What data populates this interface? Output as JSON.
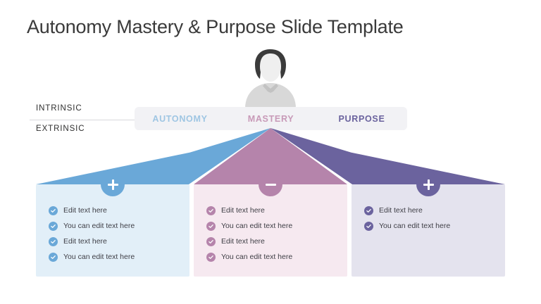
{
  "slide": {
    "title": "Autonomy Mastery & Purpose Slide Template"
  },
  "axis": {
    "top_label": "INTRINSIC",
    "bottom_label": "EXTRINSIC"
  },
  "header": {
    "items": [
      {
        "label": "AUTONOMY",
        "color": "#9fc6e3"
      },
      {
        "label": "MASTERY",
        "color": "#c89ab8"
      },
      {
        "label": "PURPOSE",
        "color": "#6b639e"
      }
    ]
  },
  "avatar": {
    "icon": "person-avatar-icon",
    "hair_color": "#3b3b3b",
    "face_color": "#efefef",
    "body_color": "#d8d8d8"
  },
  "columns": [
    {
      "key": "autonomy",
      "badge_icon": "plus-icon",
      "badge_color": "#6aa8d8",
      "arrow_color": "#6aa8d8",
      "panel_color": "#e2eff8",
      "check_color": "#6aa8d8",
      "items": [
        "Edit text here",
        "You can edit text here",
        "Edit text here",
        "You can edit text here"
      ]
    },
    {
      "key": "mastery",
      "badge_icon": "minus-icon",
      "badge_color": "#b584ab",
      "arrow_color": "#b584ab",
      "panel_color": "#f6e9f0",
      "check_color": "#b584ab",
      "items": [
        "Edit text here",
        "You can edit text here",
        "Edit text here",
        "You can edit text here"
      ]
    },
    {
      "key": "purpose",
      "badge_icon": "plus-icon",
      "badge_color": "#6b639e",
      "arrow_color": "#6b639e",
      "panel_color": "#e4e3ee",
      "check_color": "#6b639e",
      "items": [
        "Edit text here",
        "You can edit text here"
      ]
    }
  ]
}
